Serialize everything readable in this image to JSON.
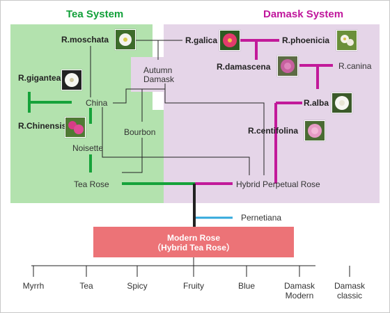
{
  "systems": {
    "tea": {
      "title": "Tea System",
      "color": "#12a03a",
      "bg": "#b3e2ae"
    },
    "damask": {
      "title": "Damask System",
      "color": "#c0179c",
      "bg": "#e5d5e8"
    }
  },
  "colors": {
    "tea_line": "#16a23a",
    "damask_line": "#c21a9a",
    "pernetiana_line": "#33a9dc",
    "trunk": "#222222",
    "modern_box": "#ec7377"
  },
  "nodes": {
    "r_moschata": "R.moschata",
    "r_gigantea": "R.gigantea",
    "china": "China",
    "r_chinensis": "R.Chinensis",
    "noisette": "Noisette",
    "bourbon": "Bourbon",
    "tea_rose": "Tea Rose",
    "autumn_damask_1": "Autumn",
    "autumn_damask_2": "Damask",
    "r_galica": "R.galica",
    "r_phoenicia": "R.phoenicia",
    "r_damascena": "R.damascena",
    "r_canina": "R.canina",
    "r_alba": "R.alba",
    "r_centifolina": "R.centifolina",
    "hybrid_perpetual": "Hybrid Perpetual Rose",
    "pernetiana": "Pernetiana",
    "modern_rose_1": "Modern Rose",
    "modern_rose_2": "（Hybrid Tea Rose）"
  },
  "photos": {
    "moschata": "white-rose-icon",
    "gigantea": "white-rose-icon",
    "chinensis": "pink-rose-icon",
    "galica": "pink-rose-icon",
    "phoenicia": "white-rose-icon",
    "damascena": "pink-rose-icon",
    "alba": "white-rose-icon",
    "centifolina": "pink-rose-icon"
  },
  "leaves": [
    {
      "line1": "Myrrh",
      "line2": ""
    },
    {
      "line1": "Tea",
      "line2": ""
    },
    {
      "line1": "Spicy",
      "line2": ""
    },
    {
      "line1": "Fruity",
      "line2": ""
    },
    {
      "line1": "Blue",
      "line2": ""
    },
    {
      "line1": "Damask",
      "line2": "Modern"
    },
    {
      "line1": "Damask",
      "line2": "classic"
    }
  ]
}
